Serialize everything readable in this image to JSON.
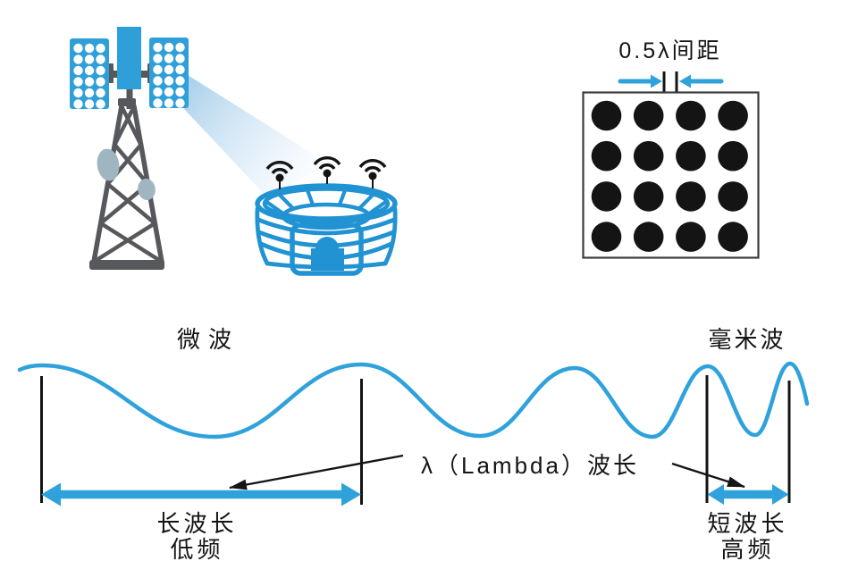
{
  "colors": {
    "brand_blue": "#2E9FD8",
    "stadium_blue": "#2193D3",
    "wave_blue": "#2FA2DB",
    "tower_gray": "#57585C",
    "dish_gray": "#9FB6C0",
    "beam_blue": "#A5CDEA",
    "ink_black": "#141414"
  },
  "antenna_array": {
    "cols": 4,
    "rows": 4
  },
  "labels": {
    "array_spacing": "0.5λ间距",
    "microwave": "微波",
    "millimeter_wave": "毫米波",
    "lambda_wavelength": "λ（Lambda）波长",
    "long_wavelength": "长波长",
    "low_frequency": "低频",
    "short_wavelength": "短波长",
    "high_frequency": "高频"
  }
}
